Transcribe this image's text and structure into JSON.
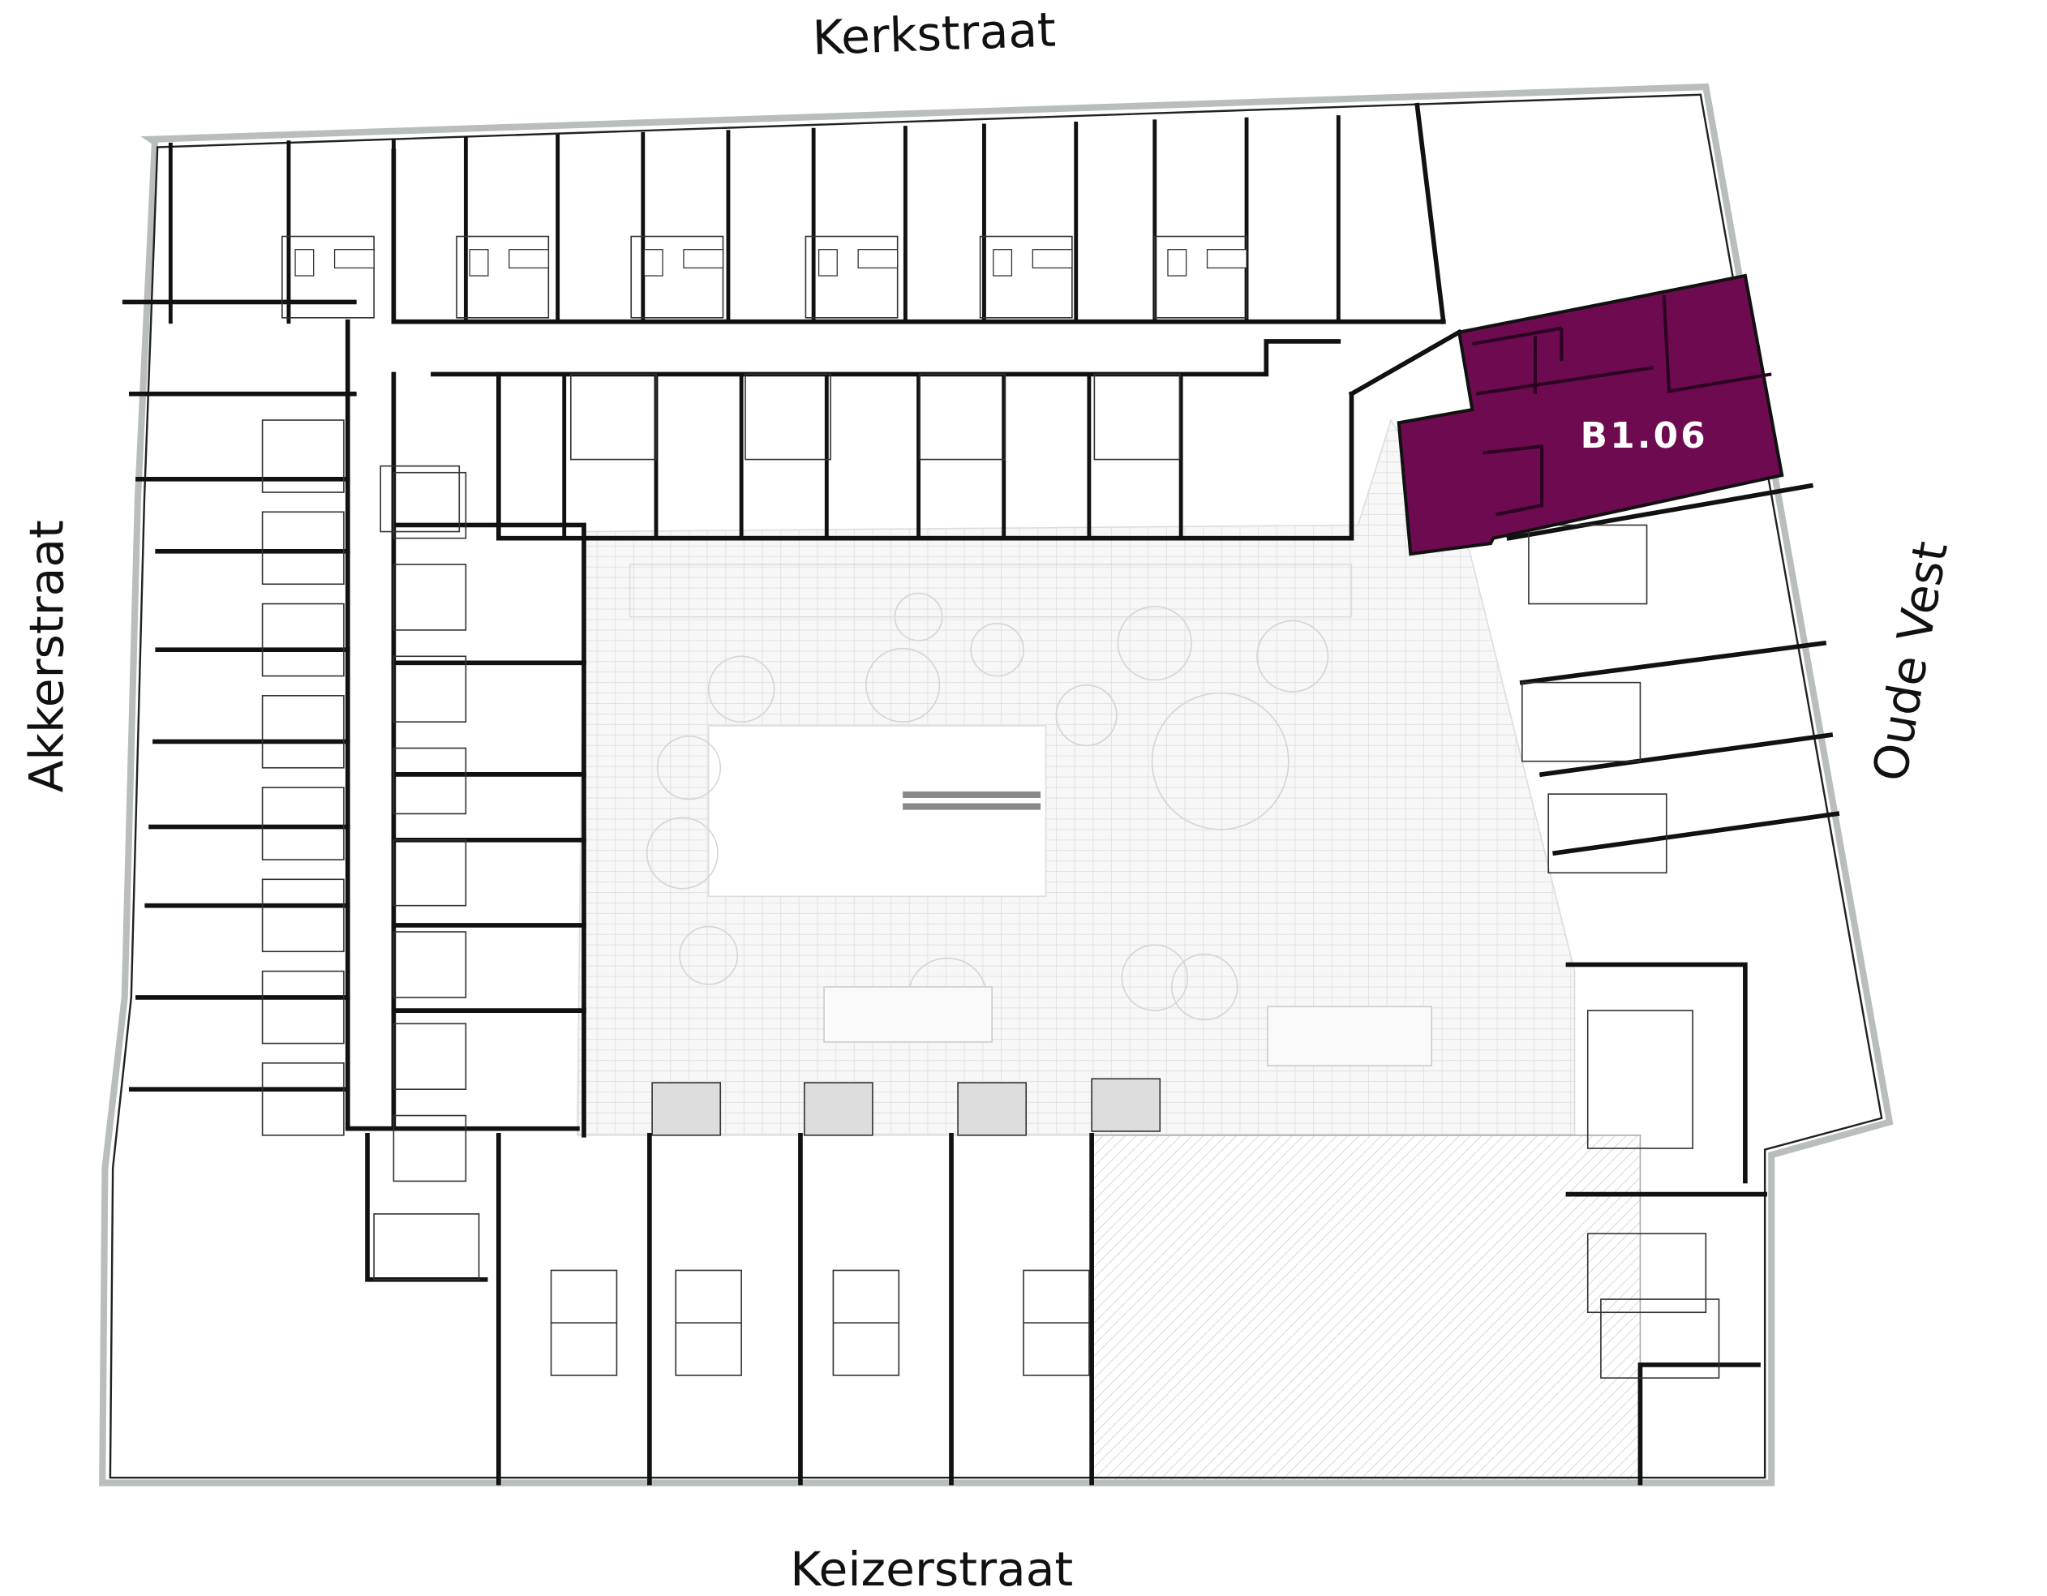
{
  "streets": {
    "north": "Kerkstraat",
    "west": "Akkerstraat",
    "east": "Oude Vest",
    "south": "Keizerstraat"
  },
  "highlighted_unit": {
    "label": "B1.06",
    "color": "#6e0a4f"
  },
  "colors": {
    "wall": "#111111",
    "courtyard": "#f4f4f4",
    "facade": "#b9bdbb",
    "hatch": "#cfcfcf"
  }
}
